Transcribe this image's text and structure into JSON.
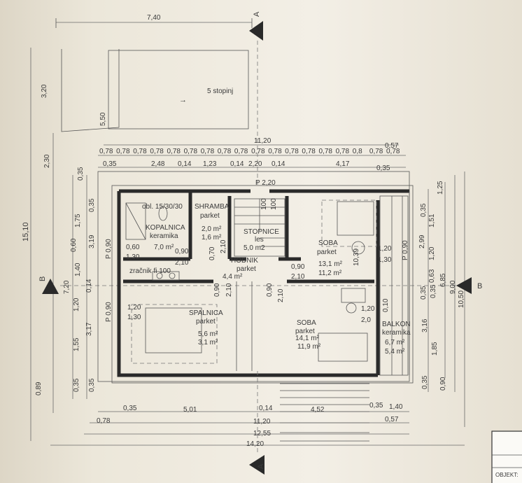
{
  "section_marks": {
    "a": "A",
    "b": "B"
  },
  "stairs_label": "5 stopinj",
  "top_dims": {
    "overall": "7,40",
    "height_left": "5,50",
    "height_320": "3,20",
    "total_inner": "11,20",
    "right_057": "0,57",
    "tile_row": [
      "0,78",
      "0,78",
      "0,78",
      "0,78",
      "0,78",
      "0,78",
      "0,78",
      "0,78",
      "0,78",
      "0,78",
      "0,78",
      "0,78",
      "0,78",
      "0,78",
      "0,78",
      "0,8",
      "0,78",
      "0,78"
    ],
    "segment_row": [
      "0,35",
      "2,48",
      "0,14",
      "1,23",
      "0,14",
      "2,20",
      "0,14",
      "4,17",
      "0,35"
    ],
    "p_label": "P 2,20"
  },
  "left_dims": {
    "overall": "15,10",
    "outer": [
      "2,30",
      "7,20",
      "0,89"
    ],
    "mid": [
      "0,60",
      "1,20",
      "1,55",
      "0,35"
    ],
    "inner": [
      "0,35",
      "1,75",
      "1,40",
      "0,14",
      "3,19",
      "3,17",
      "0,35"
    ],
    "bottom_035": "0,35"
  },
  "right_dims": {
    "outer": [
      "10,50"
    ],
    "mid": [
      "9,00",
      "6,85"
    ],
    "inner": [
      "2,99",
      "1,51",
      "1,20",
      "0,63",
      "3,16",
      "1,85",
      "0,90"
    ],
    "small": [
      "1,25",
      "0,35",
      "0,35",
      "0,10",
      "0,35",
      "0,35"
    ]
  },
  "bottom_dims": {
    "segment_row": [
      "0,35",
      "5,01",
      "0,14",
      "4,52",
      "0,35",
      "1,40"
    ],
    "row2": [
      "0,78",
      "11,20",
      "0,57"
    ],
    "row3": "12,55",
    "row4": "14,20"
  },
  "rooms": [
    {
      "name": "SHRAMBA",
      "floor": "parket",
      "area1": "2,0 m²",
      "area2": "1,6 m²"
    },
    {
      "name": "KOPALNICA",
      "floor": "keramika",
      "tile_note": "obl. 15/30/30",
      "area1": "7,0 m²"
    },
    {
      "name": "STOPNICE",
      "floor": "les",
      "area1": "5,0 m2"
    },
    {
      "name": "SOBA",
      "floor": "parket",
      "area1": "13,1 m²",
      "area2": "11,2 m²"
    },
    {
      "name": "HODNIK",
      "floor": "parket",
      "area1": "4,4 m²"
    },
    {
      "name": "SPALNICA",
      "floor": "parket",
      "area1": "5,6 m²",
      "area2": "3,1 m²"
    },
    {
      "name": "SOBA",
      "floor": "parket",
      "area1": "14,1 m²",
      "area2": "11,9 m²"
    },
    {
      "name": "BALKON",
      "floor": "keramika",
      "area1": "6,7 m²",
      "area2": "5,4 m²"
    }
  ],
  "openings": {
    "window_left_1": "P 0,90",
    "window_left_2": "P 0,90",
    "window_right": "P 0,90",
    "w_060": "0,60",
    "w_130a": "1,30",
    "w_120a": "1,20",
    "w_130b": "1,30",
    "d_090a": "0,90",
    "d_210a": "2,10",
    "d_070": "0,70",
    "d_210b": "2,10",
    "d_090b": "0,90",
    "d_210c": "2,10",
    "d_090c": "0,90",
    "d_210d": "2,10",
    "d_090d": "0,90",
    "d_210e": "2,10",
    "w_120c": "1,20",
    "w_130c": "1,30",
    "w_120d": "1,20",
    "w_200": "2,0",
    "stair_100a": "100",
    "stair_100b": "100",
    "stair_090": "0,90",
    "stair_210": "2,10",
    "vent": "zračnik fi 100",
    "num_1039": "10,39"
  },
  "title_block": {
    "label": "OBJEKT:"
  }
}
